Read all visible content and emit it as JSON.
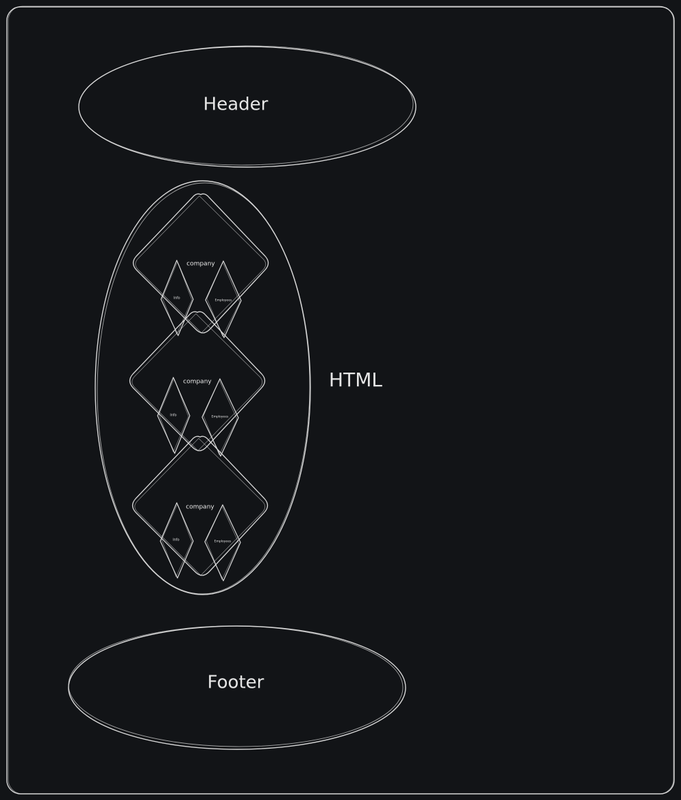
{
  "colors": {
    "background": "#121417",
    "frame_fill": "#15181c",
    "stroke": "#d9d9d9",
    "text": "#e6e6e6"
  },
  "diagram": {
    "header": {
      "label": "Header"
    },
    "container": {
      "label": "HTML"
    },
    "footer": {
      "label": "Footer"
    },
    "companies": [
      {
        "label": "company",
        "children": [
          "Info",
          "Employees"
        ]
      },
      {
        "label": "company",
        "children": [
          "Info",
          "Employees"
        ]
      },
      {
        "label": "company",
        "children": [
          "Info",
          "Employees"
        ]
      }
    ]
  }
}
